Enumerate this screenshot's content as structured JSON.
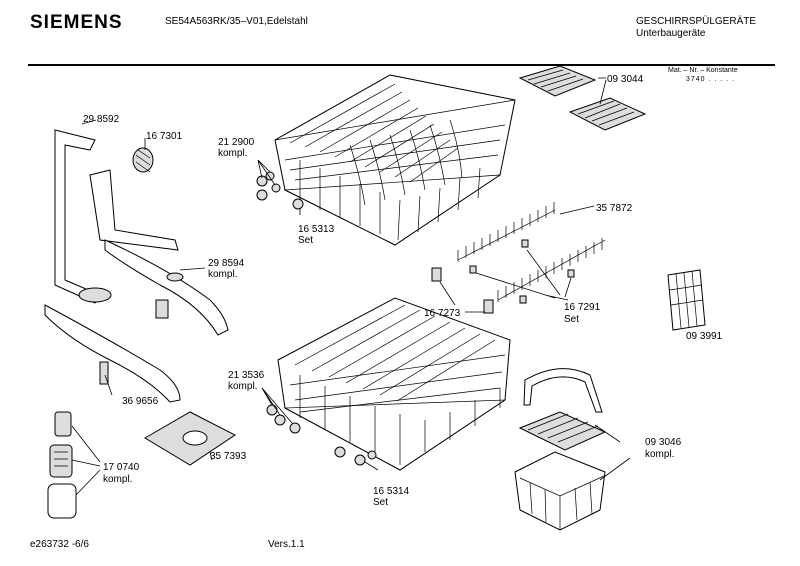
{
  "header": {
    "brand": "SIEMENS",
    "model": "SE54A563RK/35–V01,Edelstahl",
    "category": "GESCHIRRSPÜLGERÄTE",
    "subcategory": "Unterbaugeräte",
    "mat_header": "Mat. – Nr. – Konstante",
    "constant": "3740 . . . . ."
  },
  "labels": {
    "p298592": "29 8592",
    "p167301": "16 7301",
    "p212900": "21 2900",
    "p212900_sub": "kompl.",
    "p165313": "16 5313",
    "p165313_sub": "Set",
    "p093044": "09 3044",
    "p357872": "35 7872",
    "p298594": "29 8594",
    "p298594_sub": "kompl.",
    "p167273": "16 7273",
    "p167291": "16 7291",
    "p167291_sub": "Set",
    "p093991": "09 3991",
    "p213536": "21 3536",
    "p213536_sub": "kompl.",
    "p369656": "36 9656",
    "p357393": "35 7393",
    "p093046": "09 3046",
    "p093046_sub": "kompl.",
    "p170740": "17 0740",
    "p170740_sub": "kompl.",
    "p165314": "16 5314",
    "p165314_sub": "Set"
  },
  "footer": {
    "doc_id": "e263732 -6/6",
    "version": "Vers.1.1"
  }
}
